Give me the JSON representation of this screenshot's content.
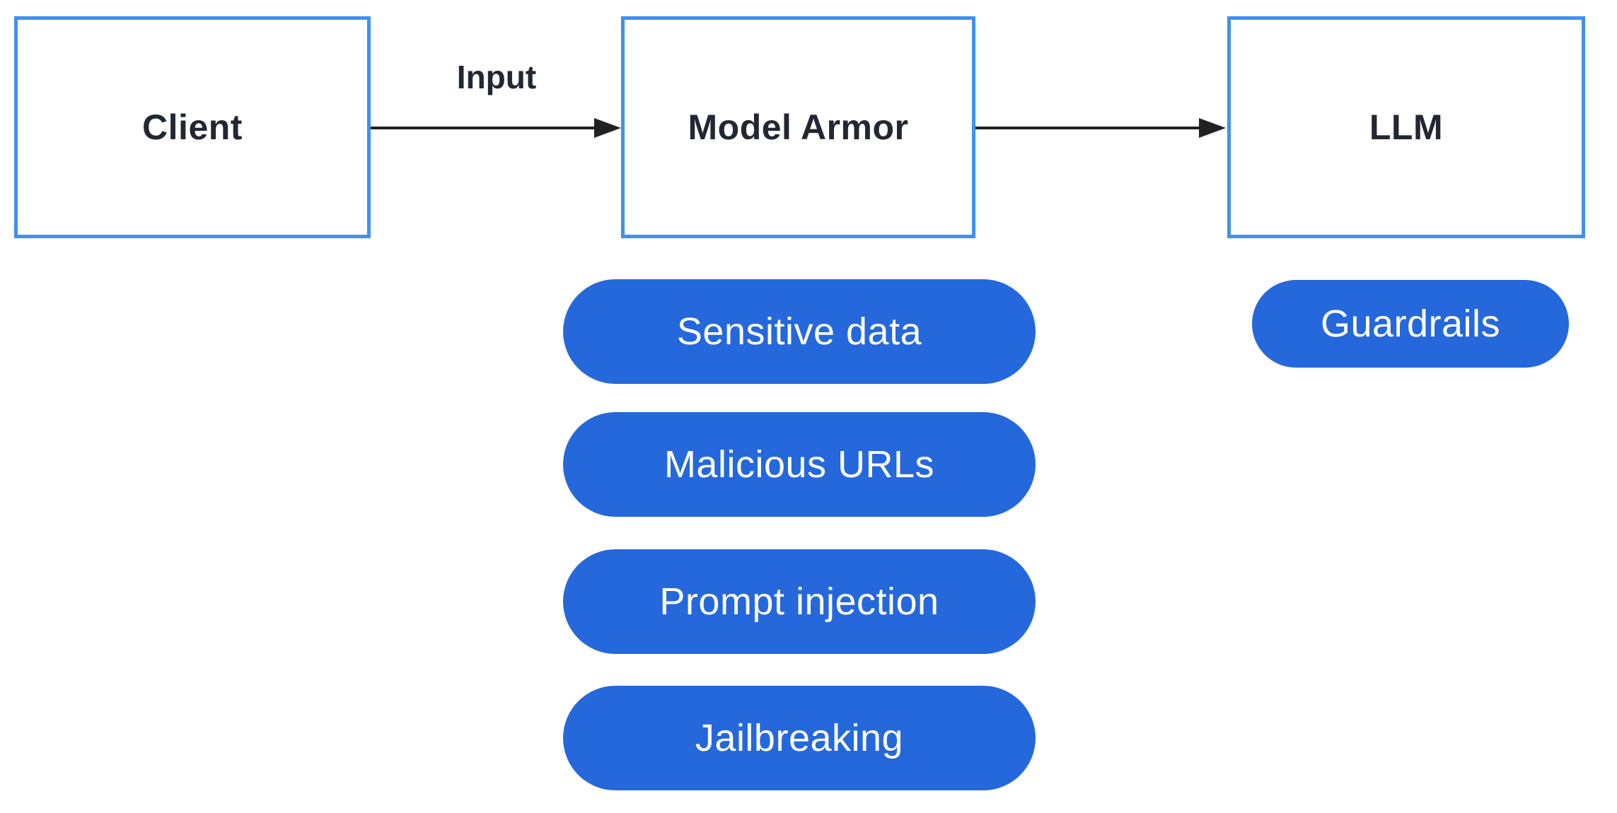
{
  "diagram": {
    "nodes": [
      {
        "id": "client",
        "label": "Client"
      },
      {
        "id": "model-armor",
        "label": "Model Armor"
      },
      {
        "id": "llm",
        "label": "LLM"
      }
    ],
    "edges": [
      {
        "from": "client",
        "to": "model-armor",
        "label": "Input"
      },
      {
        "from": "model-armor",
        "to": "llm",
        "label": ""
      }
    ],
    "model_armor_filters": {
      "items": [
        "Sensitive data",
        "Malicious URLs",
        "Prompt injection",
        "Jailbreaking"
      ]
    },
    "llm_badges": {
      "items": [
        "Guardrails"
      ]
    },
    "colors": {
      "node_border": "#4090F4",
      "node_fill": "#FFFFFF",
      "node_text": "#212833",
      "pill_fill": "#2568DB",
      "pill_text": "#FFFFFF",
      "arrow": "#212121",
      "background": "#FFFFFF"
    }
  }
}
